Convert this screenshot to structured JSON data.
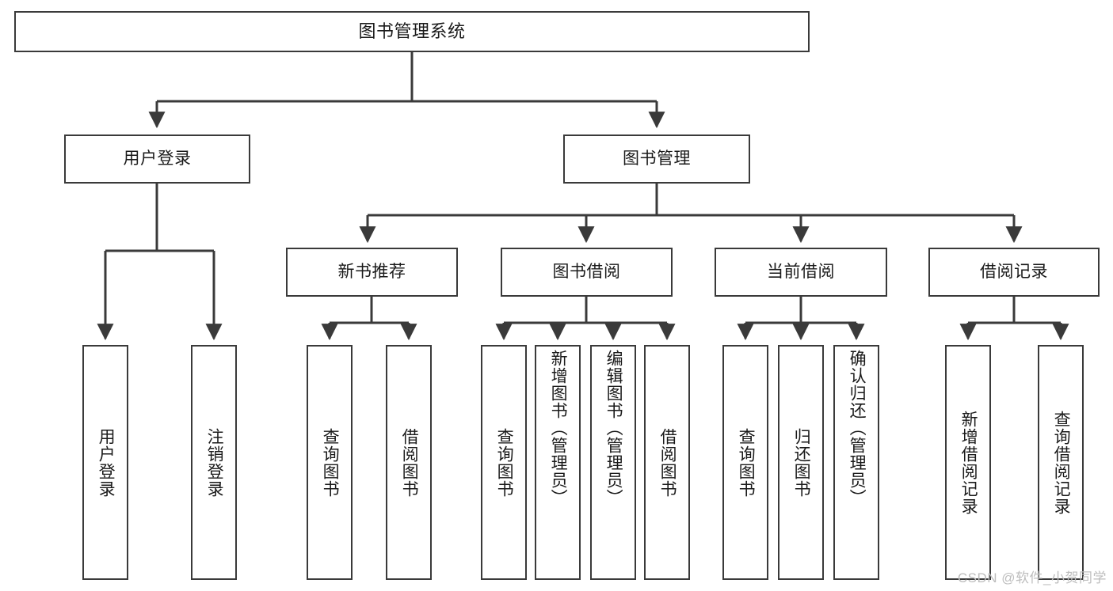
{
  "diagram": {
    "title_text": "图书管理系统",
    "type": "tree-hierarchy-diagram",
    "line_color": "#3a3a3a",
    "box_fill": "#ffffff",
    "text_color": "#1a1a1a"
  },
  "nodes": {
    "root": {
      "label": "图书管理系统"
    },
    "level2": [
      {
        "label": "用户登录"
      },
      {
        "label": "图书管理"
      }
    ],
    "level3": [
      {
        "label": "新书推荐"
      },
      {
        "label": "图书借阅"
      },
      {
        "label": "当前借阅"
      },
      {
        "label": "借阅记录"
      }
    ],
    "leaves": {
      "user_login": [
        {
          "label": "用户登录"
        },
        {
          "label": "注销登录"
        }
      ],
      "new_book_recommend": [
        {
          "label": "查询图书"
        },
        {
          "label": "借阅图书"
        }
      ],
      "book_borrow": [
        {
          "label": "查询图书"
        },
        {
          "label": "新增图书（管理员）"
        },
        {
          "label": "编辑图书（管理员）"
        },
        {
          "label": "借阅图书"
        }
      ],
      "current_borrow": [
        {
          "label": "查询图书"
        },
        {
          "label": "归还图书"
        },
        {
          "label": "确认归还（管理员）"
        }
      ],
      "borrow_record": [
        {
          "label": "新增借阅记录"
        },
        {
          "label": "查询借阅记录"
        }
      ]
    }
  },
  "watermark": {
    "text": "CSDN @软件_小贺同学"
  }
}
